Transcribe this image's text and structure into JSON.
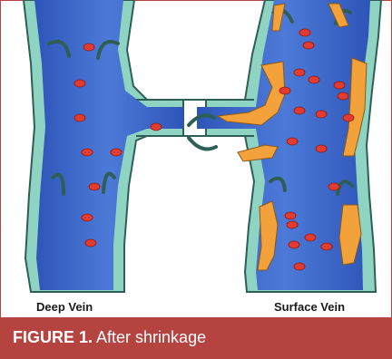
{
  "colors": {
    "caption_bar": "#b5433f",
    "vein_blue": "#3a64c8",
    "vein_wall": "#8fd3c3",
    "blood_cell": "#e23b2f",
    "scar_tissue": "#f3a13a"
  },
  "labels": {
    "deep_vein": "Deep Vein",
    "surface_vein": "Surface Vein"
  },
  "caption": {
    "label": "FIGURE 1.",
    "text": "After shrinkage"
  }
}
